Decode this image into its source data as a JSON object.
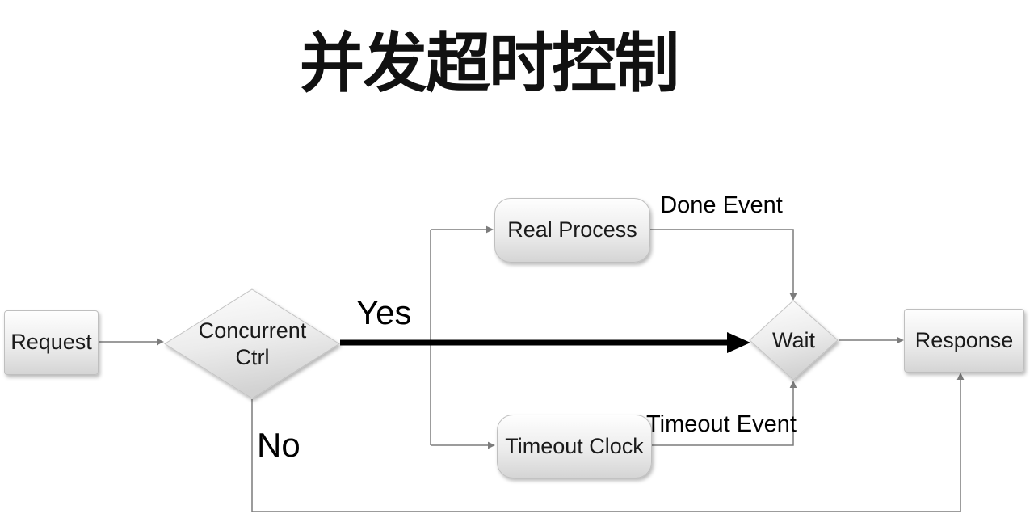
{
  "title": "并发超时控制",
  "nodes": {
    "request": {
      "label": "Request"
    },
    "concurrent_ctrl": {
      "line1": "Concurrent",
      "line2": "Ctrl"
    },
    "real_process": {
      "label": "Real Process"
    },
    "timeout_clock": {
      "label": "Timeout Clock"
    },
    "wait": {
      "label": "Wait"
    },
    "response": {
      "label": "Response"
    }
  },
  "edge_labels": {
    "yes": "Yes",
    "no": "No",
    "done_event": "Done Event",
    "timeout_event": "Timeout Event"
  },
  "colors": {
    "background": "#ffffff",
    "node_fill_top": "#fefefe",
    "node_fill_bottom": "#d5d5d5",
    "node_border": "#bfbfbf",
    "connector": "#7c7c7c",
    "emphasis_arrow": "#000000",
    "text": "#151515"
  }
}
